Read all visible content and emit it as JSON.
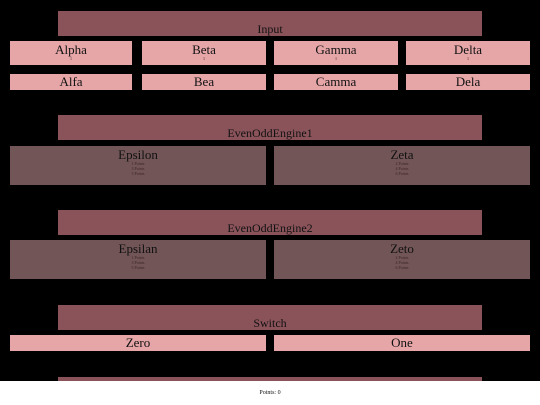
{
  "input": {
    "title": "Input",
    "cells": [
      {
        "label": "Alpha",
        "value": "1"
      },
      {
        "label": "Beta",
        "value": "1"
      },
      {
        "label": "Gamma",
        "value": "1"
      },
      {
        "label": "Delta",
        "value": "1"
      }
    ],
    "second_row": [
      "Alfa",
      "Bea",
      "Camma",
      "Dela"
    ]
  },
  "engine1": {
    "title": "EvenOddEngine1",
    "cells": [
      {
        "label": "Epsilon",
        "lines": [
          "1 Points",
          "3 Points",
          "5 Points"
        ]
      },
      {
        "label": "Zeta",
        "lines": [
          "2 Points",
          "4 Points",
          "6 Points"
        ]
      }
    ]
  },
  "engine2": {
    "title": "EvenOddEngine2",
    "cells": [
      {
        "label": "Epsilan",
        "lines": [
          "1 Points",
          "3 Points",
          "5 Points"
        ]
      },
      {
        "label": "Zeto",
        "lines": [
          "2 Points",
          "4 Points",
          "6 Points"
        ]
      }
    ]
  },
  "switch": {
    "title": "Switch",
    "cells": [
      "Zero",
      "One"
    ]
  },
  "footer": {
    "points": "Points: 0"
  },
  "colors": {
    "header": "#8a535a",
    "light": "#e6a6a8",
    "dark": "#725556",
    "background": "#000000"
  }
}
